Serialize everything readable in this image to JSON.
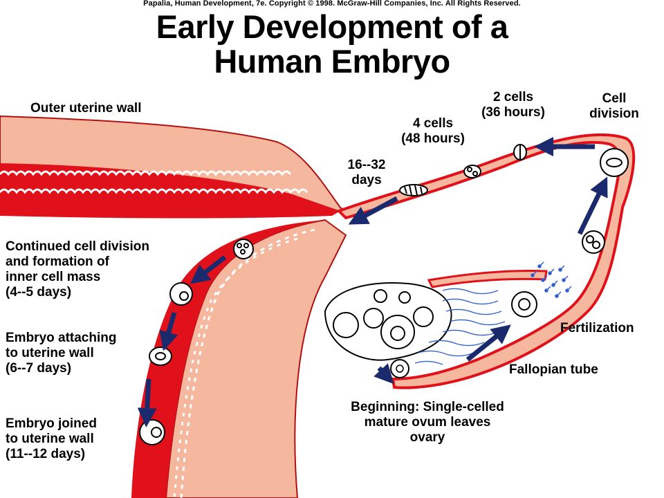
{
  "header": {
    "copyright": "Papalia, Human Development, 7e. Copyright © 1998. McGraw-Hill Companies, Inc. All Rights Reserved.",
    "title": "Early Development of a\nHuman Embryo"
  },
  "labels": {
    "outer_uterine_wall": "Outer uterine wall",
    "two_cells": "2 cells\n(36 hours)",
    "cell_division": "Cell\ndivision",
    "four_cells": "4 cells\n(48 hours)",
    "sixteen_cells": "16--32\ndays",
    "continued_division": "Continued cell division\nand formation of\ninner cell mass\n(4--5 days)",
    "attaching": "Embryo attaching\nto uterine wall\n(6--7 days)",
    "joined": "Embryo joined\nto uterine wall\n(11--12 days)",
    "fertilization": "Fertilization",
    "fallopian_tube": "Fallopian tube",
    "beginning": "Beginning: Single-celled\nmature ovum leaves\novary"
  },
  "colors": {
    "tissue_red": "#e0111b",
    "tissue_pink": "#f6b79f",
    "arrow_blue": "#1a2a6c",
    "sperm_blue": "#2f5fd0"
  }
}
